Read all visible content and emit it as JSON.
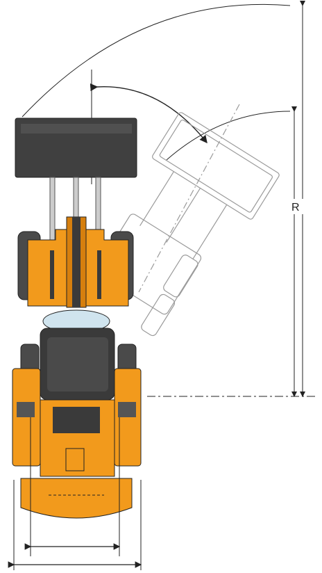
{
  "diagram": {
    "radius_label": "R",
    "colors": {
      "body": "#f29a1c",
      "body_dark": "#d67f0e",
      "cab": "#3a3a3a",
      "bucket": "#404040",
      "tire": "#4a4a4a",
      "line": "#222222",
      "ghost": "#bfbfbf"
    },
    "parts": [
      "bucket",
      "lift-arms",
      "front-frame",
      "articulation-joint",
      "cab",
      "rear-frame",
      "counterweight",
      "front-tires",
      "rear-tires",
      "ghost-turned-loader"
    ],
    "dimensions": [
      "outer-turning-radius",
      "inner-turning-radius",
      "steering-angle",
      "track-width",
      "overall-width"
    ]
  }
}
